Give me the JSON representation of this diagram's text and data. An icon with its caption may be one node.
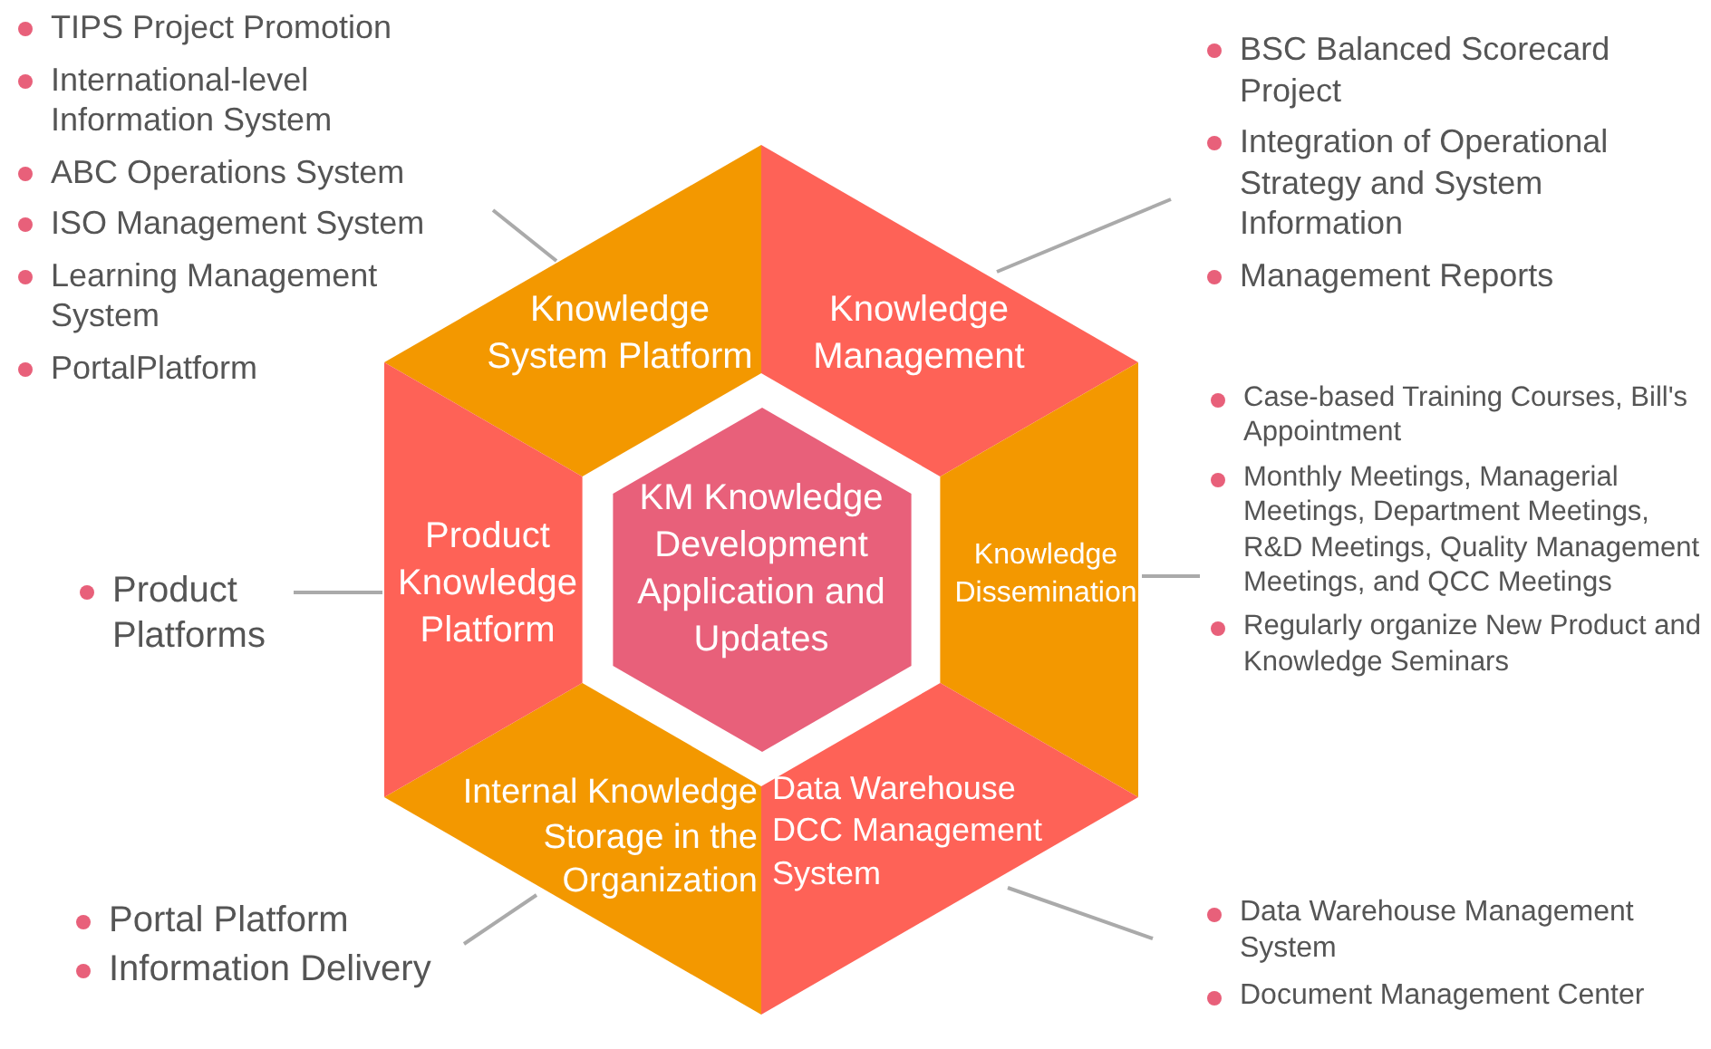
{
  "diagram": {
    "nodes": [
      {
        "text": [
          "KM Knowledge Development Application and Updates"
        ]
      },
      {
        "text": [
          "Knowledge System Platform"
        ]
      },
      {
        "text": [
          "Knowledge Management"
        ]
      },
      {
        "text": [
          "Knowledge Dissemination"
        ]
      },
      {
        "text": [
          "Data Warehouse DCC Management System"
        ]
      },
      {
        "text": [
          "Internal Knowledge Storage in the Organization"
        ]
      },
      {
        "text": [
          "Product Knowledge Platform"
        ]
      },
      {
        "text": [
          "TIPS Project Promotion",
          "International-level Information System",
          "ABC Operations System",
          "ISO Management System",
          "Learning Management System",
          "PortalPlatform"
        ]
      },
      {
        "text": [
          "BSC Balanced Scorecard Project",
          "Integration of Operational Strategy and System Information",
          "Management Reports"
        ]
      },
      {
        "text": [
          "Case-based Training Courses, Bill's Appointment",
          "Monthly Meetings, Managerial Meetings, Department Meetings, R&D Meetings, Quality Management Meetings, and QCC Meetings",
          "Regularly organize New Product and Knowledge Seminars"
        ]
      },
      {
        "text": [
          "Data Warehouse Management System",
          "Document Management Center"
        ]
      },
      {
        "text": [
          "Portal Platform",
          "Information Delivery"
        ]
      },
      {
        "text": [
          "Product Platforms"
        ]
      }
    ],
    "edges": [
      {
        "from": 7,
        "to": 1,
        "arrow": "none"
      },
      {
        "from": 8,
        "to": 2,
        "arrow": "none"
      },
      {
        "from": 9,
        "to": 3,
        "arrow": "none"
      },
      {
        "from": 10,
        "to": 4,
        "arrow": "none"
      },
      {
        "from": 11,
        "to": 5,
        "arrow": "none"
      },
      {
        "from": 12,
        "to": 6,
        "arrow": "none"
      }
    ]
  }
}
